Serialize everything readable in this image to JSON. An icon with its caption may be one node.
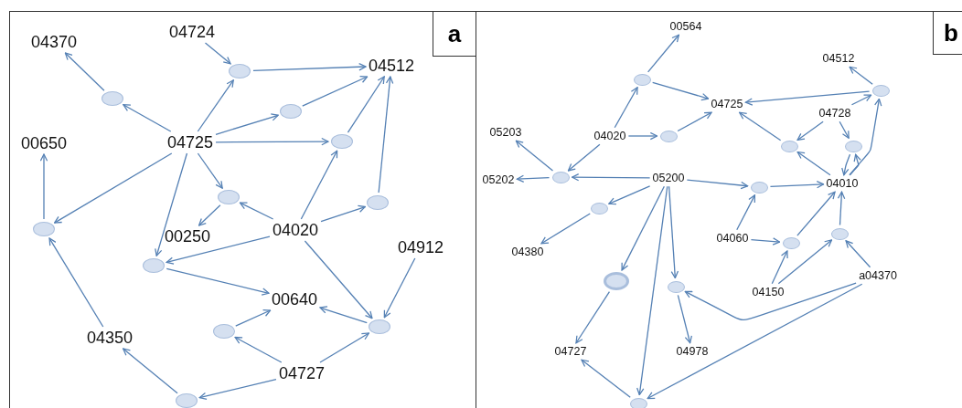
{
  "diagram": {
    "nodes": [
      {
        "text": [],
        "shape": "box"
      },
      {
        "text": [
          "a"
        ],
        "in": 0
      },
      {
        "text": [
          "04370"
        ],
        "in": 0
      },
      {
        "text": [
          "04724"
        ],
        "in": 0
      },
      {
        "text": [
          "04512"
        ],
        "in": 0
      },
      {
        "text": [],
        "shape": "circle",
        "in": 0
      },
      {
        "text": [],
        "shape": "circle",
        "in": 0
      },
      {
        "text": [],
        "shape": "circle",
        "in": 0
      },
      {
        "text": [
          "00650"
        ],
        "in": 0
      },
      {
        "text": [
          "04725"
        ],
        "in": 0
      },
      {
        "text": [],
        "shape": "circle",
        "in": 0
      },
      {
        "text": [],
        "shape": "circle",
        "in": 0
      },
      {
        "text": [],
        "shape": "circle",
        "in": 0
      },
      {
        "text": [],
        "shape": "circle",
        "in": 0
      },
      {
        "text": [
          "04020"
        ],
        "in": 0
      },
      {
        "text": [
          "00250"
        ],
        "in": 0
      },
      {
        "text": [
          "04912"
        ],
        "in": 0
      },
      {
        "text": [],
        "shape": "circle",
        "in": 0
      },
      {
        "text": [
          "00640"
        ],
        "in": 0
      },
      {
        "text": [],
        "shape": "circle",
        "in": 0
      },
      {
        "text": [],
        "shape": "circle",
        "in": 0
      },
      {
        "text": [
          "04350"
        ],
        "in": 0
      },
      {
        "text": [
          "04727"
        ],
        "in": 0
      },
      {
        "text": [],
        "shape": "circle",
        "in": 0
      },
      {
        "text": [],
        "shape": "box"
      },
      {
        "text": [
          "b"
        ],
        "in": 24
      },
      {
        "text": [
          "00564"
        ],
        "in": 24
      },
      {
        "text": [
          "04512"
        ],
        "in": 24
      },
      {
        "text": [],
        "shape": "circle",
        "in": 24
      },
      {
        "text": [],
        "shape": "circle",
        "in": 24
      },
      {
        "text": [
          "04725"
        ],
        "in": 24
      },
      {
        "text": [
          "04728"
        ],
        "in": 24
      },
      {
        "text": [
          "05203"
        ],
        "in": 24
      },
      {
        "text": [
          "04020"
        ],
        "in": 24
      },
      {
        "text": [],
        "shape": "circle",
        "in": 24
      },
      {
        "text": [],
        "shape": "circle",
        "in": 24
      },
      {
        "text": [],
        "shape": "circle",
        "in": 24
      },
      {
        "text": [],
        "shape": "circle",
        "in": 24
      },
      {
        "text": [
          "05202"
        ],
        "in": 24
      },
      {
        "text": [
          "05200"
        ],
        "in": 24
      },
      {
        "text": [
          "04010"
        ],
        "in": 24
      },
      {
        "text": [],
        "shape": "circle",
        "in": 24
      },
      {
        "text": [],
        "shape": "circle",
        "in": 24
      },
      {
        "text": [],
        "shape": "circle",
        "in": 24
      },
      {
        "text": [
          "04060"
        ],
        "in": 24
      },
      {
        "text": [],
        "shape": "circle",
        "in": 24
      },
      {
        "text": [
          "04380"
        ],
        "in": 24
      },
      {
        "text": [
          "a04370"
        ],
        "in": 24
      },
      {
        "text": [],
        "shape": "circle",
        "in": 24
      },
      {
        "text": [],
        "shape": "circle",
        "in": 24
      },
      {
        "text": [
          "04150"
        ],
        "in": 24
      },
      {
        "text": [
          "04727"
        ],
        "in": 24
      },
      {
        "text": [
          "04978"
        ],
        "in": 24
      },
      {
        "text": [],
        "shape": "circle",
        "in": 24
      }
    ],
    "edges": [
      {
        "from": 3,
        "to": 5,
        "arrow": "to"
      },
      {
        "from": 5,
        "to": 4,
        "arrow": "to"
      },
      {
        "from": 9,
        "to": 6,
        "arrow": "to"
      },
      {
        "from": 6,
        "to": 2,
        "arrow": "to"
      },
      {
        "from": 9,
        "to": 5,
        "arrow": "to"
      },
      {
        "from": 9,
        "to": 7,
        "arrow": "to"
      },
      {
        "from": 7,
        "to": 4,
        "arrow": "to"
      },
      {
        "from": 9,
        "to": 10,
        "arrow": "to"
      },
      {
        "from": 10,
        "to": 4,
        "arrow": "to"
      },
      {
        "from": 9,
        "to": 11,
        "arrow": "to"
      },
      {
        "from": 9,
        "to": 13,
        "arrow": "to"
      },
      {
        "from": 9,
        "to": 17,
        "arrow": "to"
      },
      {
        "from": 13,
        "to": 8,
        "arrow": "to"
      },
      {
        "from": 11,
        "to": 15,
        "arrow": "to"
      },
      {
        "from": 14,
        "to": 11,
        "arrow": "to"
      },
      {
        "from": 14,
        "to": 10,
        "arrow": "to"
      },
      {
        "from": 14,
        "to": 12,
        "arrow": "to"
      },
      {
        "from": 12,
        "to": 4,
        "arrow": "to"
      },
      {
        "from": 14,
        "to": 17,
        "arrow": "to"
      },
      {
        "from": 14,
        "to": 19,
        "arrow": "to"
      },
      {
        "from": 17,
        "to": 18,
        "arrow": "to"
      },
      {
        "from": 16,
        "to": 19,
        "arrow": "to"
      },
      {
        "from": 19,
        "to": 18,
        "arrow": "to"
      },
      {
        "from": 20,
        "to": 18,
        "arrow": "to"
      },
      {
        "from": 22,
        "to": 20,
        "arrow": "to"
      },
      {
        "from": 22,
        "to": 19,
        "arrow": "to"
      },
      {
        "from": 22,
        "to": 23,
        "arrow": "to"
      },
      {
        "from": 23,
        "to": 21,
        "arrow": "to"
      },
      {
        "from": 21,
        "to": 13,
        "arrow": "to"
      },
      {
        "from": 28,
        "to": 26,
        "arrow": "to"
      },
      {
        "from": 28,
        "to": 30,
        "arrow": "to"
      },
      {
        "from": 33,
        "to": 28,
        "arrow": "to"
      },
      {
        "from": 33,
        "to": 34,
        "arrow": "to"
      },
      {
        "from": 34,
        "to": 30,
        "arrow": "to"
      },
      {
        "from": 33,
        "to": 37,
        "arrow": "to"
      },
      {
        "from": 37,
        "to": 32,
        "arrow": "to"
      },
      {
        "from": 37,
        "to": 38,
        "arrow": "to"
      },
      {
        "from": 39,
        "to": 37,
        "arrow": "to"
      },
      {
        "from": 39,
        "to": 41,
        "arrow": "to"
      },
      {
        "from": 39,
        "to": 42,
        "arrow": "to"
      },
      {
        "from": 42,
        "to": 46,
        "arrow": "to"
      },
      {
        "from": 39,
        "to": 48,
        "arrow": "to"
      },
      {
        "from": 39,
        "to": 53,
        "arrow": "to"
      },
      {
        "from": 39,
        "to": 49,
        "arrow": "to"
      },
      {
        "from": 48,
        "to": 51,
        "arrow": "to"
      },
      {
        "from": 49,
        "to": 52,
        "arrow": "to"
      },
      {
        "from": 47,
        "to": 49,
        "arrow": "to"
      },
      {
        "from": 47,
        "to": 53,
        "arrow": "to"
      },
      {
        "from": 53,
        "to": 51,
        "arrow": "to"
      },
      {
        "from": 41,
        "to": 40,
        "arrow": "to"
      },
      {
        "from": 44,
        "to": 41,
        "arrow": "to"
      },
      {
        "from": 44,
        "to": 45,
        "arrow": "to"
      },
      {
        "from": 45,
        "to": 40,
        "arrow": "to"
      },
      {
        "from": 50,
        "to": 45,
        "arrow": "to"
      },
      {
        "from": 50,
        "to": 43,
        "arrow": "to"
      },
      {
        "from": 47,
        "to": 43,
        "arrow": "to"
      },
      {
        "from": 43,
        "to": 40,
        "arrow": "to"
      },
      {
        "from": 40,
        "to": 35,
        "arrow": "to"
      },
      {
        "from": 35,
        "to": 30,
        "arrow": "to"
      },
      {
        "from": 31,
        "to": 35,
        "arrow": "to"
      },
      {
        "from": 31,
        "to": 36,
        "arrow": "to"
      },
      {
        "from": 31,
        "to": 29,
        "arrow": "to"
      },
      {
        "from": 36,
        "to": 40,
        "arrow": "to"
      },
      {
        "from": 40,
        "to": 36,
        "arrow": "to"
      },
      {
        "from": 40,
        "to": 29,
        "arrow": "to"
      },
      {
        "from": 29,
        "to": 27,
        "arrow": "to"
      },
      {
        "from": 29,
        "to": 30,
        "arrow": "to"
      }
    ]
  }
}
